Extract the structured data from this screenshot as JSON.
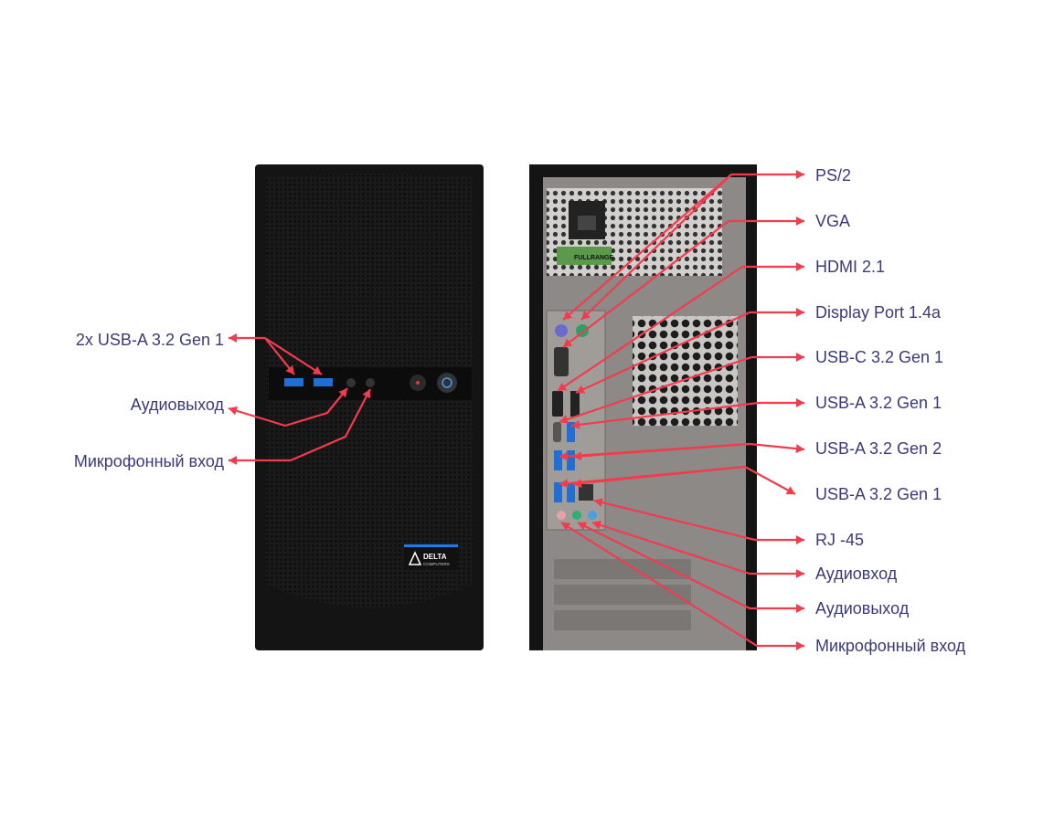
{
  "front": {
    "labels": [
      "2x USB-A 3.2 Gen 1",
      "Аудиовыход",
      "Микрофонный вход"
    ],
    "logo": "DELTA COMPUTERS"
  },
  "rear": {
    "labels": [
      "PS/2",
      "VGA",
      "HDMI 2.1",
      "Display Port 1.4a",
      "USB-C 3.2 Gen 1",
      "USB-A 3.2 Gen 1",
      "USB-A 3.2 Gen 2",
      "USB-A 3.2 Gen 1",
      "RJ -45",
      "Аудиовход",
      "Аудиовыход",
      "Микрофонный вход"
    ],
    "psu_sticker": "FULLRANGE"
  },
  "colors": {
    "arrow": "#f23c4e",
    "label": "#3b3a78",
    "usb": "#1f6fd6"
  }
}
